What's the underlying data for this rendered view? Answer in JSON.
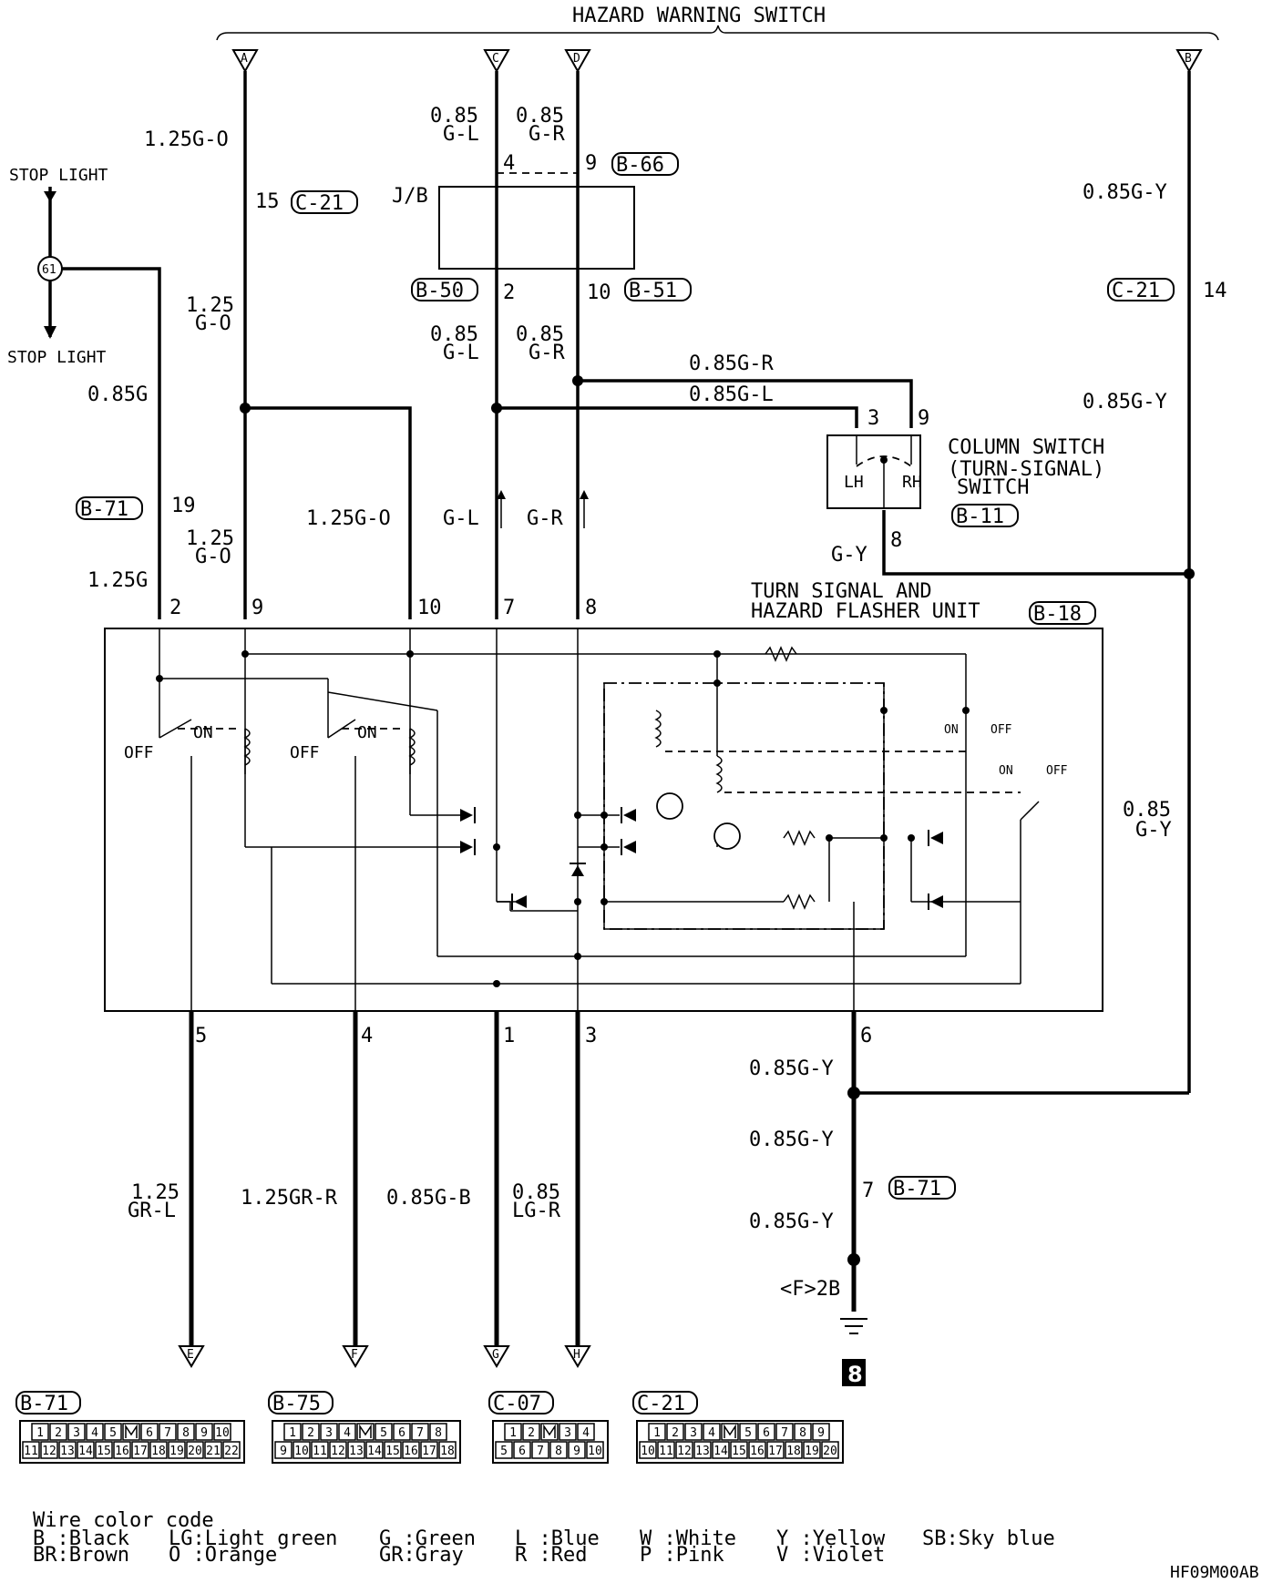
{
  "title": "HAZARD WARNING SWITCH",
  "terminals_top": [
    "A",
    "C",
    "D",
    "B"
  ],
  "terminals_bottom": [
    "E",
    "F",
    "G",
    "H"
  ],
  "stop_light": {
    "upper": "STOP LIGHT",
    "lower": "STOP LIGHT",
    "joint": "61"
  },
  "jb": {
    "label": "J/B",
    "top_left_pin": "4",
    "top_right_pin": "9",
    "bottom_left_pin": "2",
    "bottom_right_pin": "10",
    "conn_top": "B-66",
    "conn_bl": "B-50",
    "conn_br": "B-51"
  },
  "column_switch": {
    "line1": "COLUMN SWITCH",
    "line2": "(TURN-SIGNAL)",
    "line3": "SWITCH",
    "conn": "B-11",
    "pin_lh": "3",
    "pin_rh": "9",
    "pin_out": "8",
    "lh": "LH",
    "rh": "RH"
  },
  "flasher_unit": {
    "line1": "TURN SIGNAL AND",
    "line2": "HAZARD FLASHER UNIT",
    "conn": "B-18",
    "pins_top": [
      "2",
      "9",
      "10",
      "7",
      "8"
    ],
    "pins_bottom": [
      "5",
      "4",
      "1",
      "3",
      "6"
    ]
  },
  "switch_labels": {
    "on": "ON",
    "off": "OFF"
  },
  "wires": {
    "a_125go": "1.25G-O",
    "pin15": "15",
    "c21a": "C-21",
    "c_085": "0.85",
    "c_gl": "G-L",
    "d_085": "0.85",
    "d_gr": "G-R",
    "b_085gy": "0.85G-Y",
    "c21b": "C-21",
    "pin14": "14",
    "b_085gy2": "0.85G-Y",
    "go_125": "1.25",
    "go_go": "G-O",
    "c2_085": "0.85",
    "c2_gl": "G-L",
    "d2_085": "0.85",
    "d2_gr": "G-R",
    "gr_h": "0.85G-R",
    "gl_h": "0.85G-L",
    "stop_085g": "0.85G",
    "b71a": "B-71",
    "pin19": "19",
    "go2_125": "1.25",
    "go2_go": "G-O",
    "g125": "1.25G",
    "go3": "1.25G-O",
    "gl_arrow": "G-L",
    "gr_arrow": "G-R",
    "gy": "G-Y",
    "right_085": "0.85",
    "right_gy": "G-Y",
    "e_125": "1.25",
    "e_grl": "GR-L",
    "f_wire": "1.25GR-R",
    "g_wire": "0.85G-B",
    "h_085": "0.85",
    "h_lgr": "LG-R",
    "gy_a": "0.85G-Y",
    "gy_b": "0.85G-Y",
    "pin7": "7",
    "b71b": "B-71",
    "gy_c": "0.85G-Y",
    "ground_pt": "<F>2B",
    "ground_no": "8"
  },
  "connectors": [
    {
      "id": "B-71",
      "row1": [
        "1",
        "2",
        "3",
        "4",
        "5",
        "",
        "6",
        "7",
        "8",
        "9",
        "10"
      ],
      "row2": [
        "11",
        "12",
        "13",
        "14",
        "15",
        "16",
        "17",
        "18",
        "19",
        "20",
        "21",
        "22"
      ]
    },
    {
      "id": "B-75",
      "row1": [
        "1",
        "2",
        "3",
        "4",
        "",
        "5",
        "6",
        "7",
        "8"
      ],
      "row2": [
        "9",
        "10",
        "11",
        "12",
        "13",
        "14",
        "15",
        "16",
        "17",
        "18"
      ]
    },
    {
      "id": "C-07",
      "row1": [
        "1",
        "2",
        "",
        "3",
        "4"
      ],
      "row2": [
        "5",
        "6",
        "7",
        "8",
        "9",
        "10"
      ]
    },
    {
      "id": "C-21",
      "row1": [
        "1",
        "2",
        "3",
        "4",
        "",
        "5",
        "6",
        "7",
        "8",
        "9"
      ],
      "row2": [
        "10",
        "11",
        "12",
        "13",
        "14",
        "15",
        "16",
        "17",
        "18",
        "19",
        "20"
      ]
    }
  ],
  "legend": {
    "title": "Wire color code",
    "rows": [
      [
        "B :Black",
        "LG:Light green",
        "G :Green",
        "L :Blue",
        "W :White",
        "Y :Yellow",
        "SB:Sky blue"
      ],
      [
        "BR:Brown",
        "O :Orange",
        "GR:Gray",
        "R :Red",
        "P :Pink",
        "V :Violet",
        ""
      ]
    ]
  },
  "code": "HF09M00AB"
}
